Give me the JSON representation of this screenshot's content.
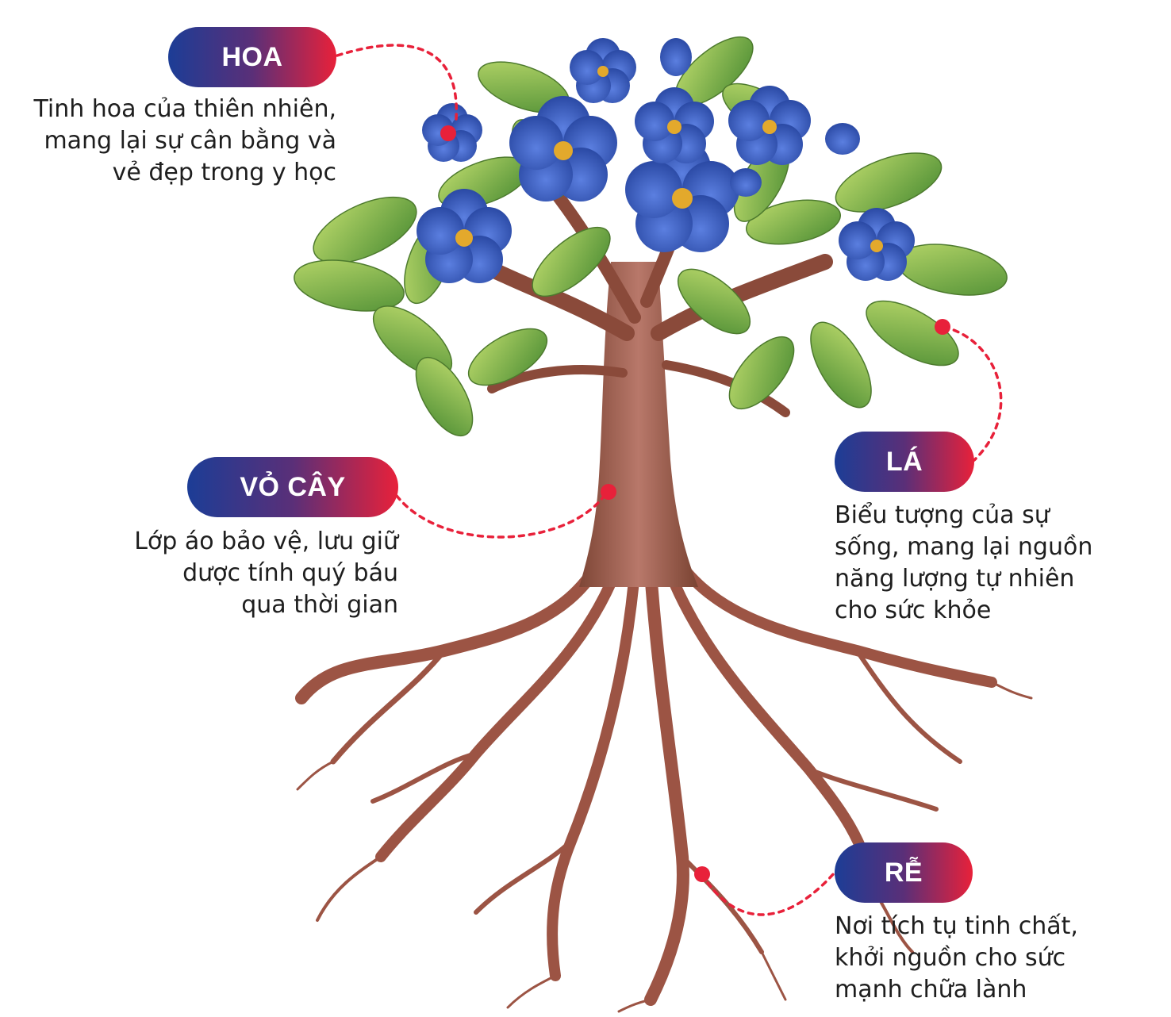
{
  "labels": {
    "hoa": {
      "title": "HOA",
      "lines": [
        "Tinh hoa của thiên nhiên,",
        "mang lại sự cân bằng và",
        "vẻ đẹp trong y học"
      ]
    },
    "vo_cay": {
      "title": "VỎ CÂY",
      "lines": [
        "Lớp áo bảo vệ, lưu giữ",
        "dược tính quý báu",
        "qua thời gian"
      ]
    },
    "la": {
      "title": "LÁ",
      "lines": [
        "Biểu tượng của sự",
        "sống, mang lại nguồn",
        "năng lượng tự nhiên",
        "cho sức khỏe"
      ]
    },
    "re": {
      "title": "RỄ",
      "lines": [
        "Nơi tích tụ tinh chất,",
        "khởi nguồn cho sức",
        "mạnh chữa lành"
      ]
    }
  },
  "colors": {
    "pill_gradient_start": "#1c3d96",
    "pill_gradient_end": "#e8213a",
    "connector": "#e8213a",
    "trunk": "#9a5a45",
    "root": "#a45a48",
    "leaf": "#7fb34a",
    "flower": "#3a5fc4"
  }
}
